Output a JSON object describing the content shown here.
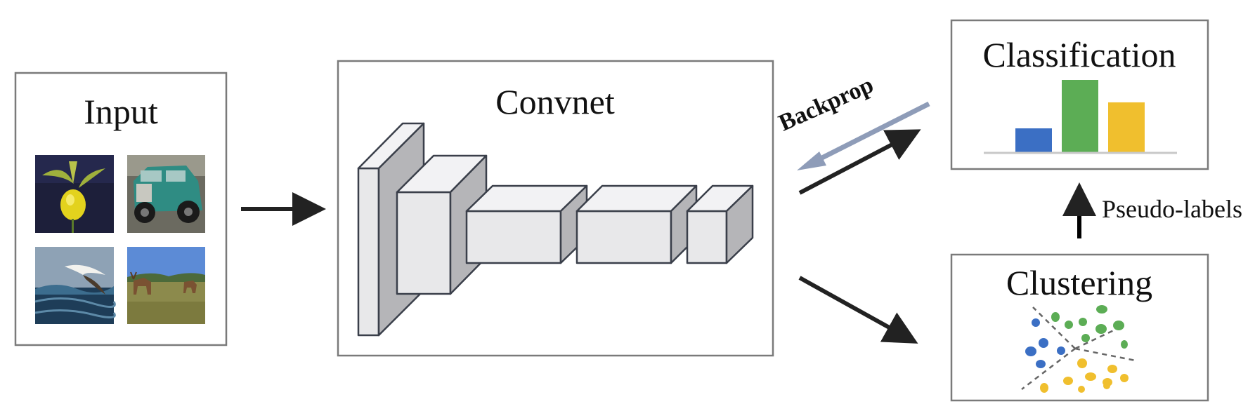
{
  "input": {
    "title": "Input"
  },
  "convnet": {
    "title": "Convnet"
  },
  "classification": {
    "title": "Classification",
    "bars": [
      {
        "value": 0.33,
        "color": "#3b6fc4"
      },
      {
        "value": 1.0,
        "color": "#5cad55"
      },
      {
        "value": 0.69,
        "color": "#f0bf2e"
      }
    ]
  },
  "clustering": {
    "title": "Clustering"
  },
  "backprop": {
    "label": "Backprop",
    "color": "#8e9cb8"
  },
  "pseudo_labels": {
    "label": "Pseudo-labels"
  },
  "colors": {
    "blue": "#3b6fc4",
    "green": "#5cad55",
    "yellow": "#f0bf2e",
    "arrow": "#222222",
    "box_border": "#7a7a7a"
  }
}
